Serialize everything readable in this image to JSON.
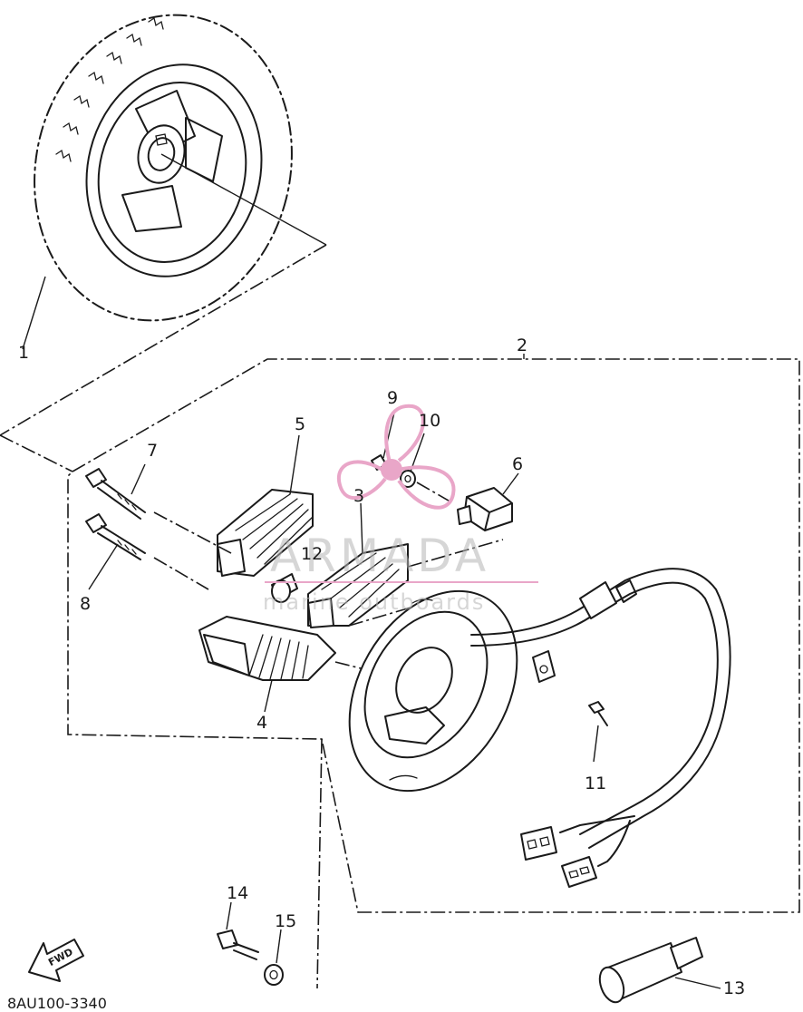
{
  "diagram": {
    "code": "8AU100-3340",
    "fwd_label": "FWD",
    "watermark": {
      "brand": "ARMADA",
      "tagline": "marine outboards",
      "color": "#e9a6c8"
    },
    "callouts": [
      {
        "id": "1",
        "label": "1"
      },
      {
        "id": "2",
        "label": "2"
      },
      {
        "id": "3",
        "label": "3"
      },
      {
        "id": "4",
        "label": "4"
      },
      {
        "id": "5",
        "label": "5"
      },
      {
        "id": "6",
        "label": "6"
      },
      {
        "id": "7",
        "label": "7"
      },
      {
        "id": "8",
        "label": "8"
      },
      {
        "id": "9",
        "label": "9"
      },
      {
        "id": "10",
        "label": "10"
      },
      {
        "id": "11",
        "label": "11"
      },
      {
        "id": "12",
        "label": "12"
      },
      {
        "id": "13",
        "label": "13"
      },
      {
        "id": "14",
        "label": "14"
      },
      {
        "id": "15",
        "label": "15"
      }
    ]
  }
}
